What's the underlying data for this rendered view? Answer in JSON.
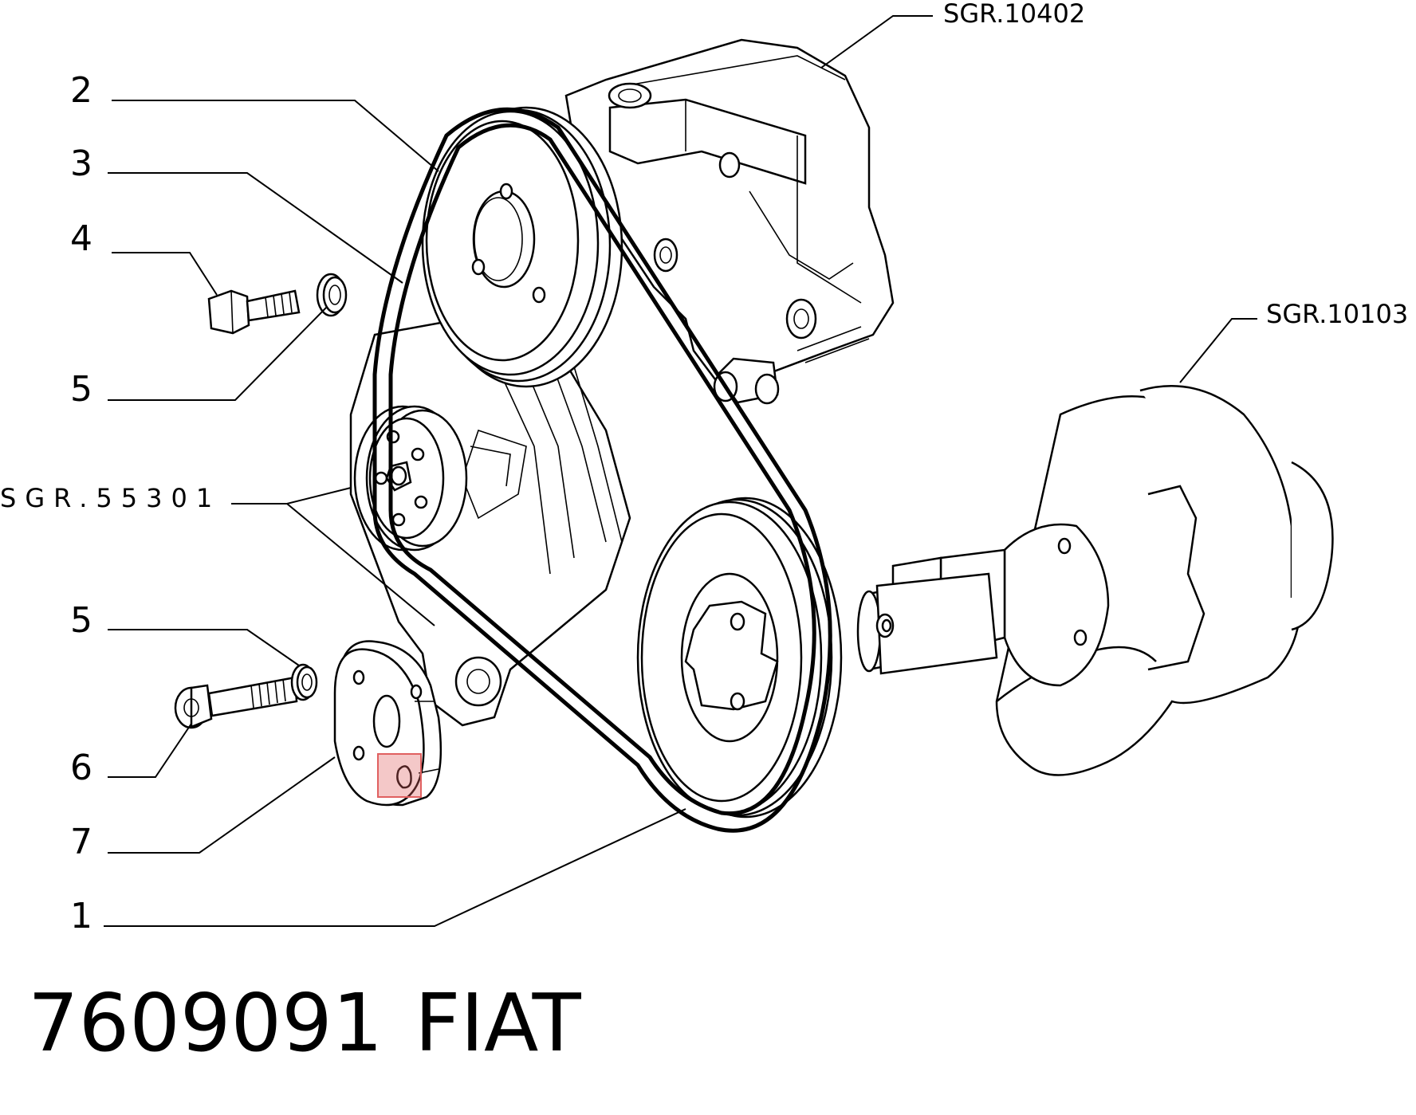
{
  "diagram": {
    "callouts": [
      {
        "id": "2",
        "label": "2"
      },
      {
        "id": "3",
        "label": "3"
      },
      {
        "id": "4",
        "label": "4"
      },
      {
        "id": "5a",
        "label": "5"
      },
      {
        "id": "5b",
        "label": "5"
      },
      {
        "id": "6",
        "label": "6"
      },
      {
        "id": "7",
        "label": "7"
      },
      {
        "id": "1",
        "label": "1"
      }
    ],
    "references": {
      "power_steering_pump": "SGR.10402",
      "crankshaft": "SGR.10103",
      "water_pump": "SGR.55301"
    },
    "part_number": "7609091",
    "brand": "FIAT",
    "highlight_color": "#e06060"
  }
}
